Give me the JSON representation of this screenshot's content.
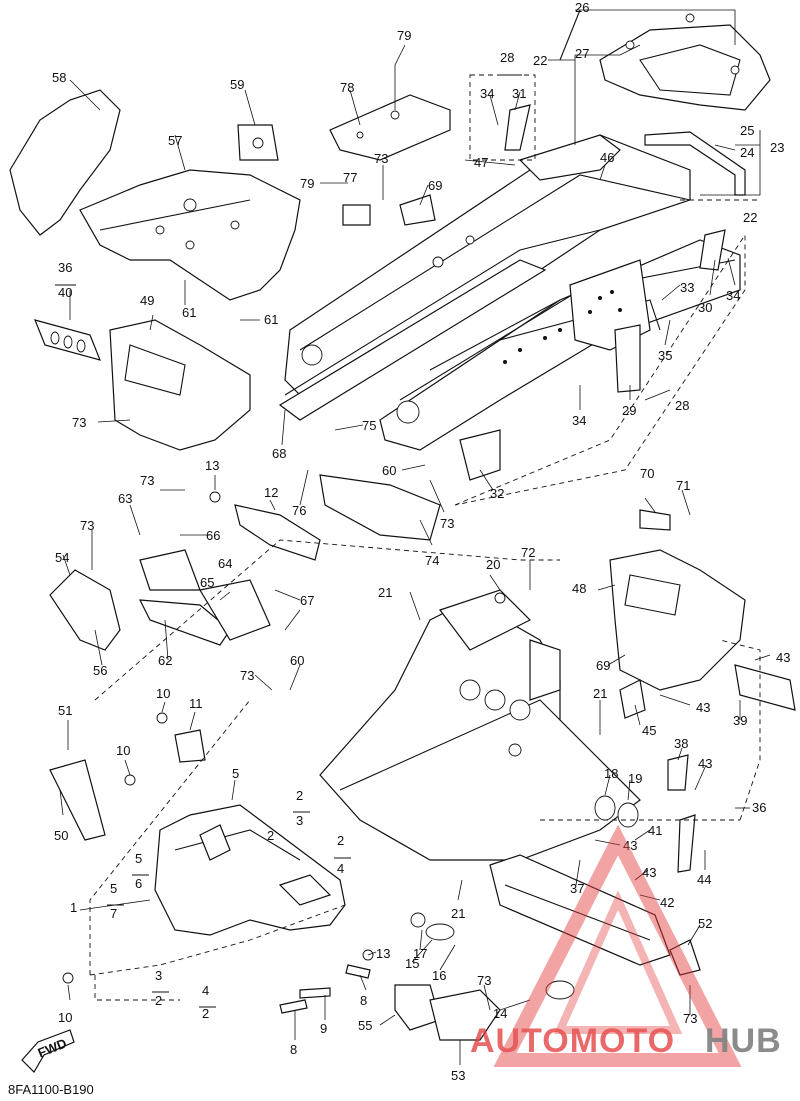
{
  "diagram": {
    "part_code": "8FA1100-B190",
    "direction_badge": "FWD",
    "watermark": {
      "part1": "AUTOMOTO",
      "part2": "HUB",
      "color_red": "#e23b3b",
      "color_grey": "#6f6f6f"
    },
    "labels": [
      "1",
      "2",
      "3",
      "4",
      "5",
      "6",
      "7",
      "8",
      "9",
      "10",
      "11",
      "12",
      "13",
      "14",
      "15",
      "16",
      "17",
      "18",
      "19",
      "20",
      "21",
      "22",
      "23",
      "24",
      "25",
      "26",
      "27",
      "28",
      "29",
      "30",
      "31",
      "32",
      "33",
      "34",
      "35",
      "36",
      "37",
      "38",
      "39",
      "40",
      "41",
      "42",
      "43",
      "44",
      "45",
      "46",
      "47",
      "48",
      "49",
      "50",
      "51",
      "52",
      "53",
      "54",
      "55",
      "56",
      "57",
      "58",
      "59",
      "60",
      "61",
      "62",
      "63",
      "64",
      "65",
      "66",
      "67",
      "68",
      "69",
      "70",
      "71",
      "72",
      "73",
      "74",
      "75",
      "76",
      "77",
      "78",
      "79"
    ]
  }
}
